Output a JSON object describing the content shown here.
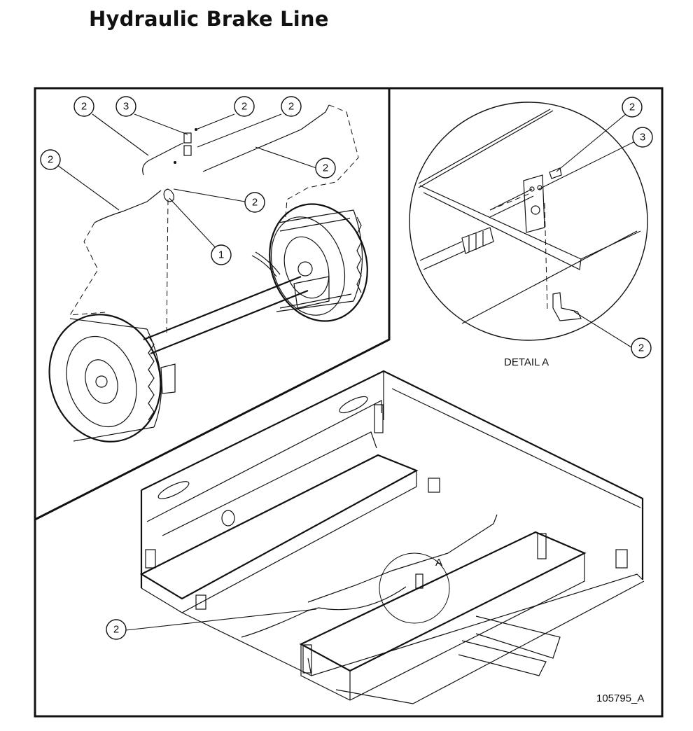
{
  "title": "Hydraulic Brake Line",
  "detail_label": "DETAIL A",
  "detail_marker": "A",
  "drawing_number": "105795_A",
  "callouts": {
    "c1": "2",
    "c2": "3",
    "c3": "2",
    "c4": "2",
    "c5": "2",
    "c6": "2",
    "c7": "2",
    "c8": "1",
    "c9": "2",
    "c10": "3",
    "c11": "2",
    "c12": "2"
  }
}
